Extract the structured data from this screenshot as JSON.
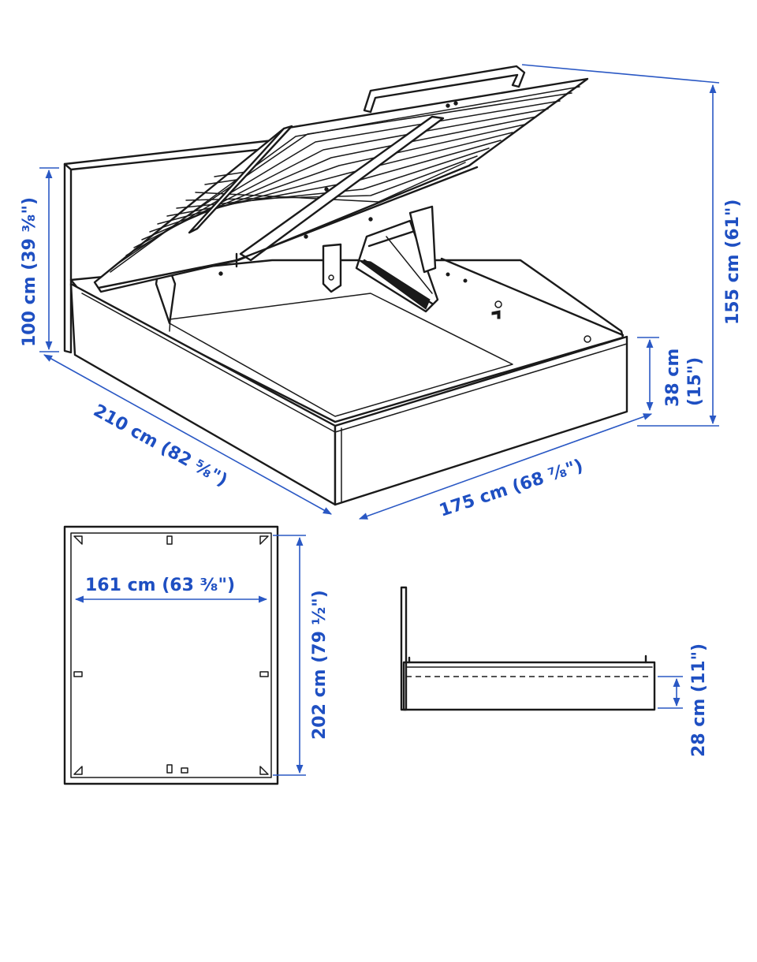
{
  "dimensions": {
    "headboard_height": "100 cm (39 ³⁄₈\")",
    "total_height": "155 cm (61\")",
    "length": "210 cm (82 ⁵⁄₈\")",
    "width": "175 cm (68 ⁷⁄₈\")",
    "frame_height_cm": "38 cm",
    "frame_height_in": "(15\")",
    "inner_width": "161 cm (63 ³⁄₈\")",
    "inner_length": "202 cm (79 ½\")",
    "clearance": "28 cm (11\")"
  },
  "colors": {
    "dimension": "#1e4fc2",
    "line": "#1a1a1a",
    "background": "#ffffff"
  }
}
